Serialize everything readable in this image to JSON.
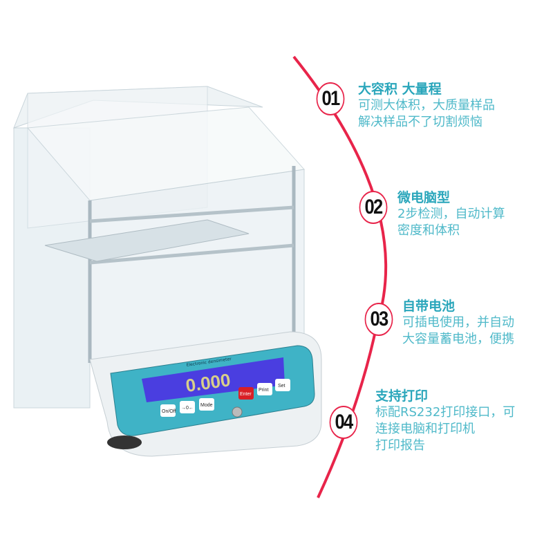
{
  "features": [
    {
      "number": "01",
      "title": "大容积 大量程",
      "lines": [
        "可测大体积，大质量样品",
        "解决样品不了切割烦恼"
      ]
    },
    {
      "number": "02",
      "title": "微电脑型",
      "lines": [
        "2步检测，自动计算",
        "密度和体积"
      ]
    },
    {
      "number": "03",
      "title": "自带电池",
      "lines": [
        "可插电使用，并自动",
        "大容量蓄电池，便携"
      ]
    },
    {
      "number": "04",
      "title": "支持打印",
      "lines": [
        "标配RS232打印接口，可",
        "连接电脑和打印机",
        "打印报告"
      ]
    }
  ],
  "device": {
    "panel_label": "Electronic densimeter",
    "display_value": "0.000",
    "buttons": {
      "on_off": "On/Off",
      "tare": "→0←",
      "mode": "Mode",
      "enter": "Enter",
      "print": "Print",
      "set": "Set"
    }
  },
  "colors": {
    "accent_red": "#e8244a",
    "text_teal": "#4fb9c9",
    "panel_teal": "#3fb3c6",
    "display_blue": "#4a3ee0"
  }
}
